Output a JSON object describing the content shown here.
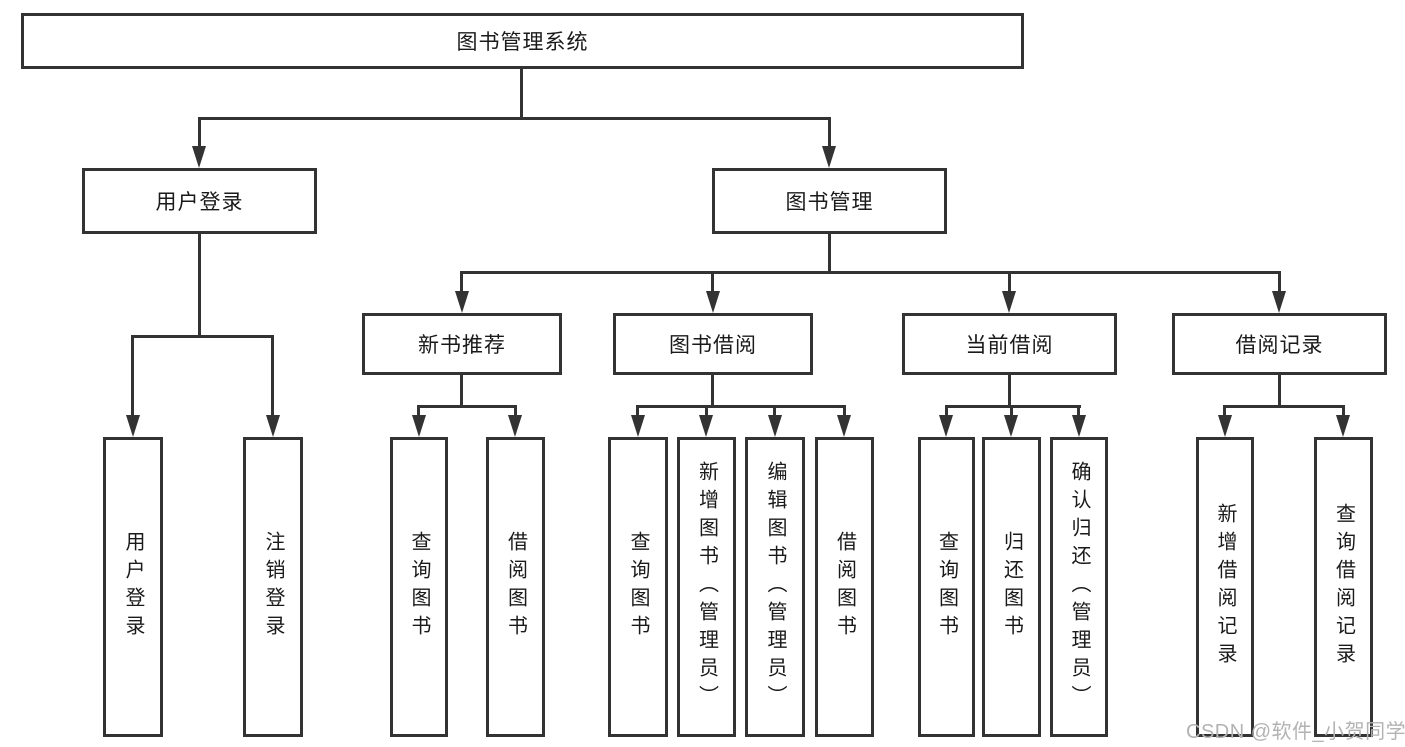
{
  "colors": {
    "line": "#333333",
    "text": "#1a1a1a",
    "background": "#ffffff",
    "watermark": "#b3b3b3"
  },
  "tree": {
    "root": {
      "label": "图书管理系统",
      "children": [
        {
          "label": "用户登录",
          "children": [
            {
              "label": "用户登录"
            },
            {
              "label": "注销登录"
            }
          ]
        },
        {
          "label": "图书管理",
          "children": [
            {
              "label": "新书推荐",
              "children": [
                {
                  "label": "查询图书"
                },
                {
                  "label": "借阅图书"
                }
              ]
            },
            {
              "label": "图书借阅",
              "children": [
                {
                  "label": "查询图书"
                },
                {
                  "label": "新增图书（管理员）"
                },
                {
                  "label": "编辑图书（管理员）"
                },
                {
                  "label": "借阅图书"
                }
              ]
            },
            {
              "label": "当前借阅",
              "children": [
                {
                  "label": "查询图书"
                },
                {
                  "label": "归还图书"
                },
                {
                  "label": "确认归还（管理员）"
                }
              ]
            },
            {
              "label": "借阅记录",
              "children": [
                {
                  "label": "新增借阅记录"
                },
                {
                  "label": "查询借阅记录"
                }
              ]
            }
          ]
        }
      ]
    }
  },
  "watermark": {
    "text": "CSDN @软件_小贺同学"
  }
}
